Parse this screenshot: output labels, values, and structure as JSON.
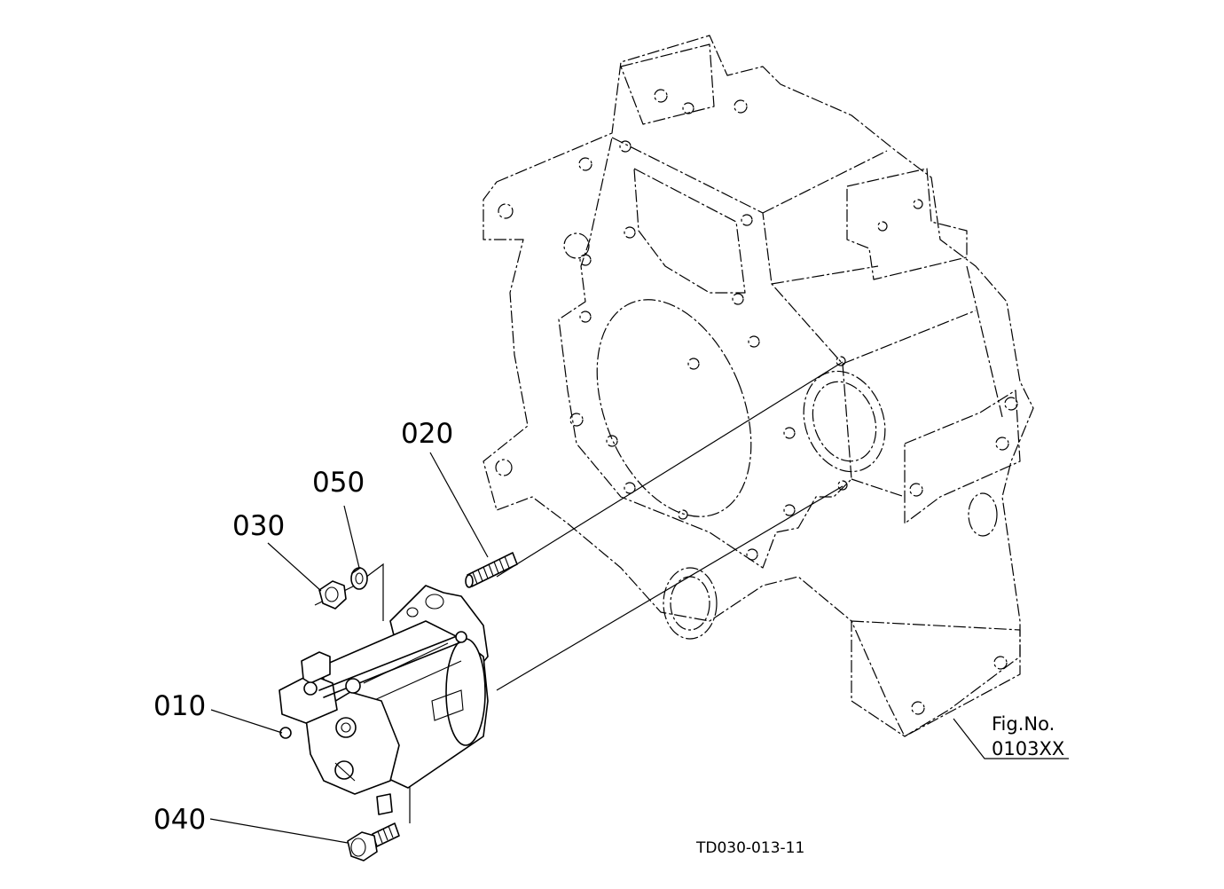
{
  "diagram": {
    "parts": [
      {
        "id": "010",
        "label": "010"
      },
      {
        "id": "020",
        "label": "020"
      },
      {
        "id": "030",
        "label": "030"
      },
      {
        "id": "040",
        "label": "040"
      },
      {
        "id": "050",
        "label": "050"
      }
    ],
    "reference_figure": {
      "line1": "Fig.No.",
      "line2": "0103XX"
    },
    "drawing_number": "TD030-013-11"
  }
}
